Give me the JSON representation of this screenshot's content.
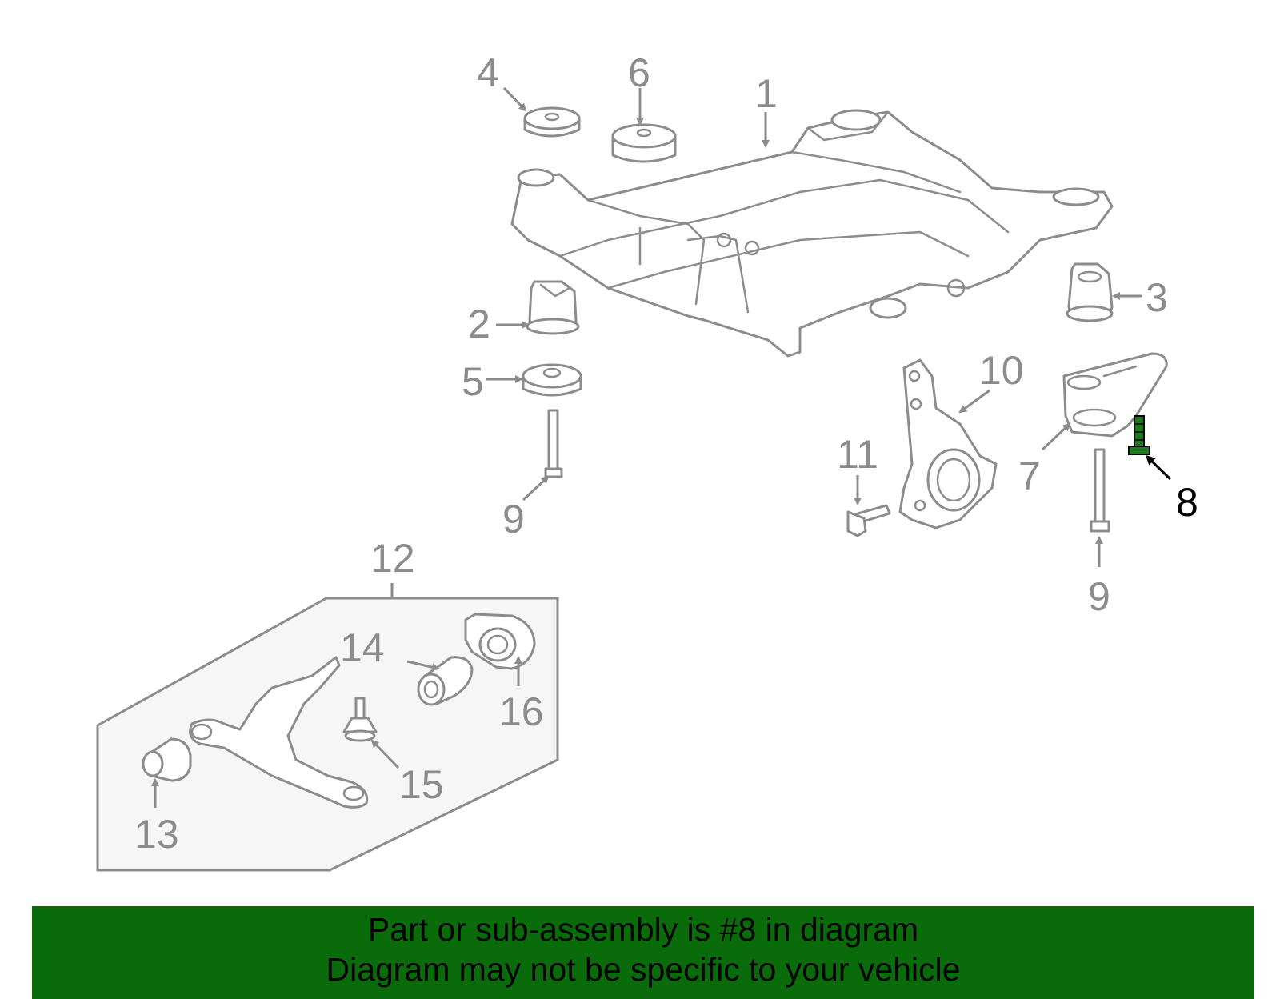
{
  "callouts": {
    "c1": "1",
    "c2": "2",
    "c3": "3",
    "c4": "4",
    "c5": "5",
    "c6": "6",
    "c7": "7",
    "c8": "8",
    "c9a": "9",
    "c9b": "9",
    "c10": "10",
    "c11": "11",
    "c12": "12",
    "c13": "13",
    "c14": "14",
    "c15": "15",
    "c16": "16"
  },
  "highlight": {
    "part": "8",
    "color": "#1e7a1e"
  },
  "colors": {
    "line_art": "#8c8c8c",
    "banner_bg": "#0a6b0a",
    "banner_text": "#000000"
  },
  "banner": {
    "line1": "Part or sub-assembly is #8 in diagram",
    "line2": "Diagram may not be specific to your vehicle"
  }
}
